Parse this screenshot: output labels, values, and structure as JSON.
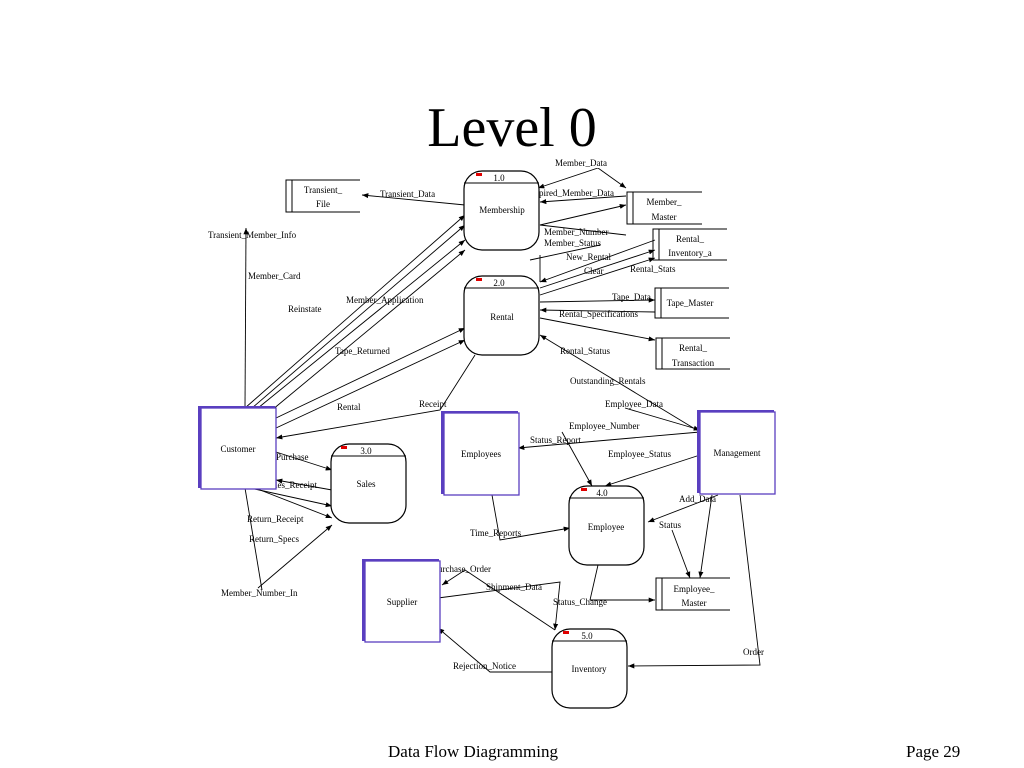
{
  "title": "Level 0",
  "footer": {
    "left": "Data Flow Diagramming",
    "right": "Page 29"
  },
  "processes": [
    {
      "id": "1.0",
      "name": "Membership"
    },
    {
      "id": "2.0",
      "name": "Rental"
    },
    {
      "id": "3.0",
      "name": "Sales"
    },
    {
      "id": "4.0",
      "name": "Employee"
    },
    {
      "id": "5.0",
      "name": "Inventory"
    }
  ],
  "entities": [
    {
      "name": "Customer"
    },
    {
      "name": "Employees"
    },
    {
      "name": "Management"
    },
    {
      "name": "Supplier"
    }
  ],
  "stores": [
    {
      "line1": "Transient_",
      "line2": "File"
    },
    {
      "line1": "Member_",
      "line2": "Master"
    },
    {
      "line1": "Rental_",
      "line2": "Inventory_a"
    },
    {
      "line1": "Tape_Master",
      "line2": ""
    },
    {
      "line1": "Rental_",
      "line2": "Transaction"
    },
    {
      "line1": "Employee_",
      "line2": "Master"
    }
  ],
  "flows": {
    "member_data": "Member_Data",
    "transient_data": "Transient_Data",
    "expired_member_data": "Expired_Member_Data",
    "transient_member_info": "Transient_Member_Info",
    "member_number": "Member_Number",
    "member_status": "Member_Status",
    "member_card": "Member_Card",
    "new_rental": "New_Rental",
    "clear": "Clear",
    "rental_stats": "Rental_Stats",
    "reinstate": "Reinstate",
    "member_application": "Member_Application",
    "tape_data": "Tape_Data",
    "rental_specifications": "Rental_Specifications",
    "tape_returned": "Tape_Returned",
    "rental_status": "Rental_Status",
    "outstanding_rentals": "Outstanding_Rentals",
    "rental": "Rental",
    "receipt": "Receipt",
    "employee_data": "Employee_Data",
    "employee_number": "Employee_Number",
    "status_report": "Status_Report",
    "employee_status": "Employee_Status",
    "purchase": "Purchase",
    "sales_receipt": "Sales_Receipt",
    "add_data": "Add_Data",
    "status": "Status",
    "return_receipt": "Return_Receipt",
    "return_specs": "Return_Specs",
    "time_reports": "Time_Reports",
    "purchase_order": "Purchase_Order",
    "shipment_data": "Shipment_Data",
    "status_change": "Status_Change",
    "member_number_in": "Member_Number_In",
    "order": "Order",
    "rejection_notice": "Rejection_Notice"
  }
}
